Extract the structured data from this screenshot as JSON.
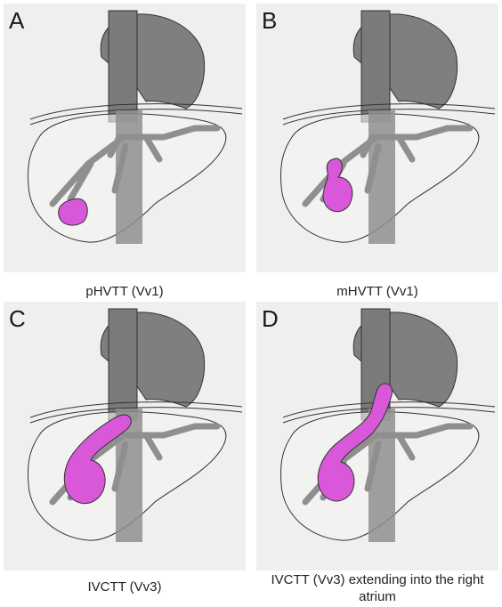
{
  "panels": [
    {
      "letter": "A",
      "caption": "pHVTT (Vv1)"
    },
    {
      "letter": "B",
      "caption": "mHVTT (Vv1)"
    },
    {
      "letter": "C",
      "caption": "IVCTT (Vv3)"
    },
    {
      "letter": "D",
      "caption": "IVCTT (Vv3) extending into the right atrium"
    }
  ],
  "colors": {
    "panel_bg": "#efefed",
    "vessel": "#8f8f8f",
    "heart": "#7f7f7f",
    "tumor": "#d957d9",
    "outline": "#333333"
  }
}
